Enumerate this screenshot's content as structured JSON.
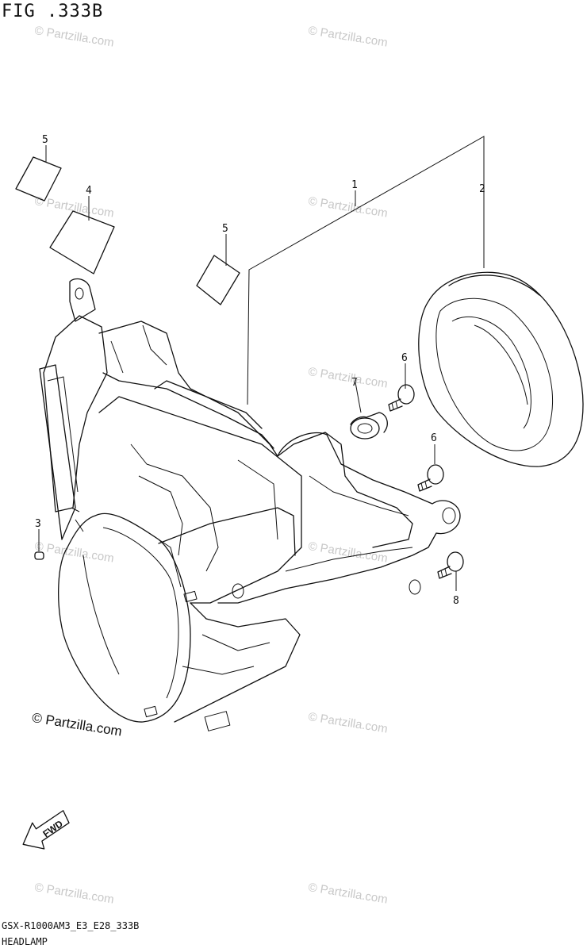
{
  "figure": {
    "title": "FIG .333B",
    "footer_code": "GSX-R1000AM3_E3_E28_333B",
    "footer_name": "HEADLAMP",
    "copyright": "© Partzilla.com",
    "watermark": "© Partzilla.com",
    "fwd_label": "FWD"
  },
  "callouts": [
    "1",
    "2",
    "3",
    "4",
    "5",
    "5",
    "6",
    "6",
    "7",
    "8"
  ],
  "colors": {
    "line": "#111111",
    "watermark": "#c8c8c8",
    "background": "#ffffff"
  }
}
